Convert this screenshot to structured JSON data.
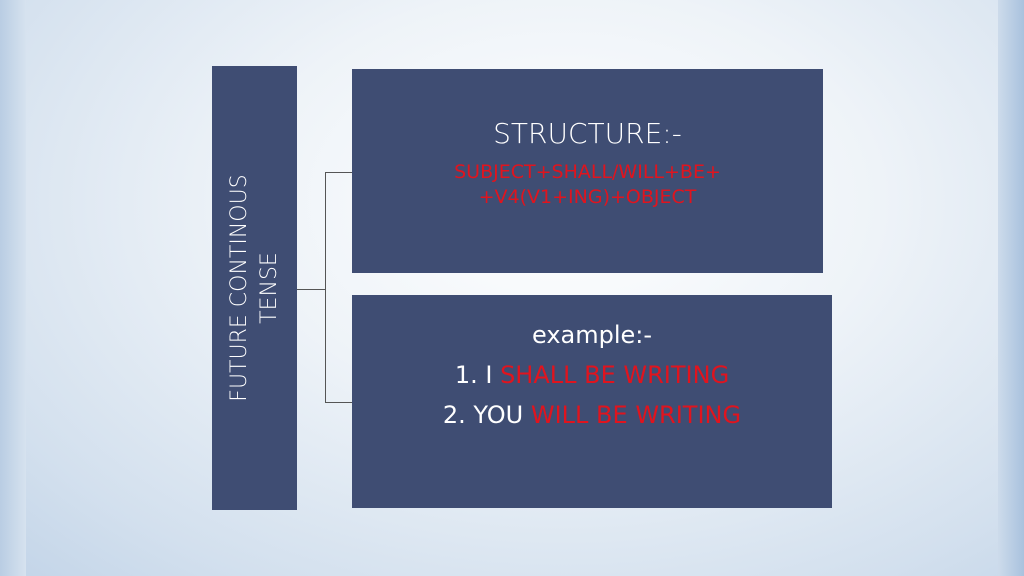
{
  "title_lines": [
    "FUTURE CONTINOUS",
    "TENSE"
  ],
  "structure": {
    "heading": "STRUCTURE:-",
    "formula_lines": [
      "SUBJECT+SHALL/WILL+BE+",
      "+V4(V1+ING)+OBJECT"
    ]
  },
  "example": {
    "heading": "example:-",
    "items": [
      {
        "prefix": "1. I ",
        "highlight": "SHALL BE WRITING"
      },
      {
        "prefix": "2. YOU ",
        "highlight": "WILL BE WRITING"
      }
    ]
  },
  "colors": {
    "box": "#3f4d73",
    "highlight": "#e0141e"
  }
}
